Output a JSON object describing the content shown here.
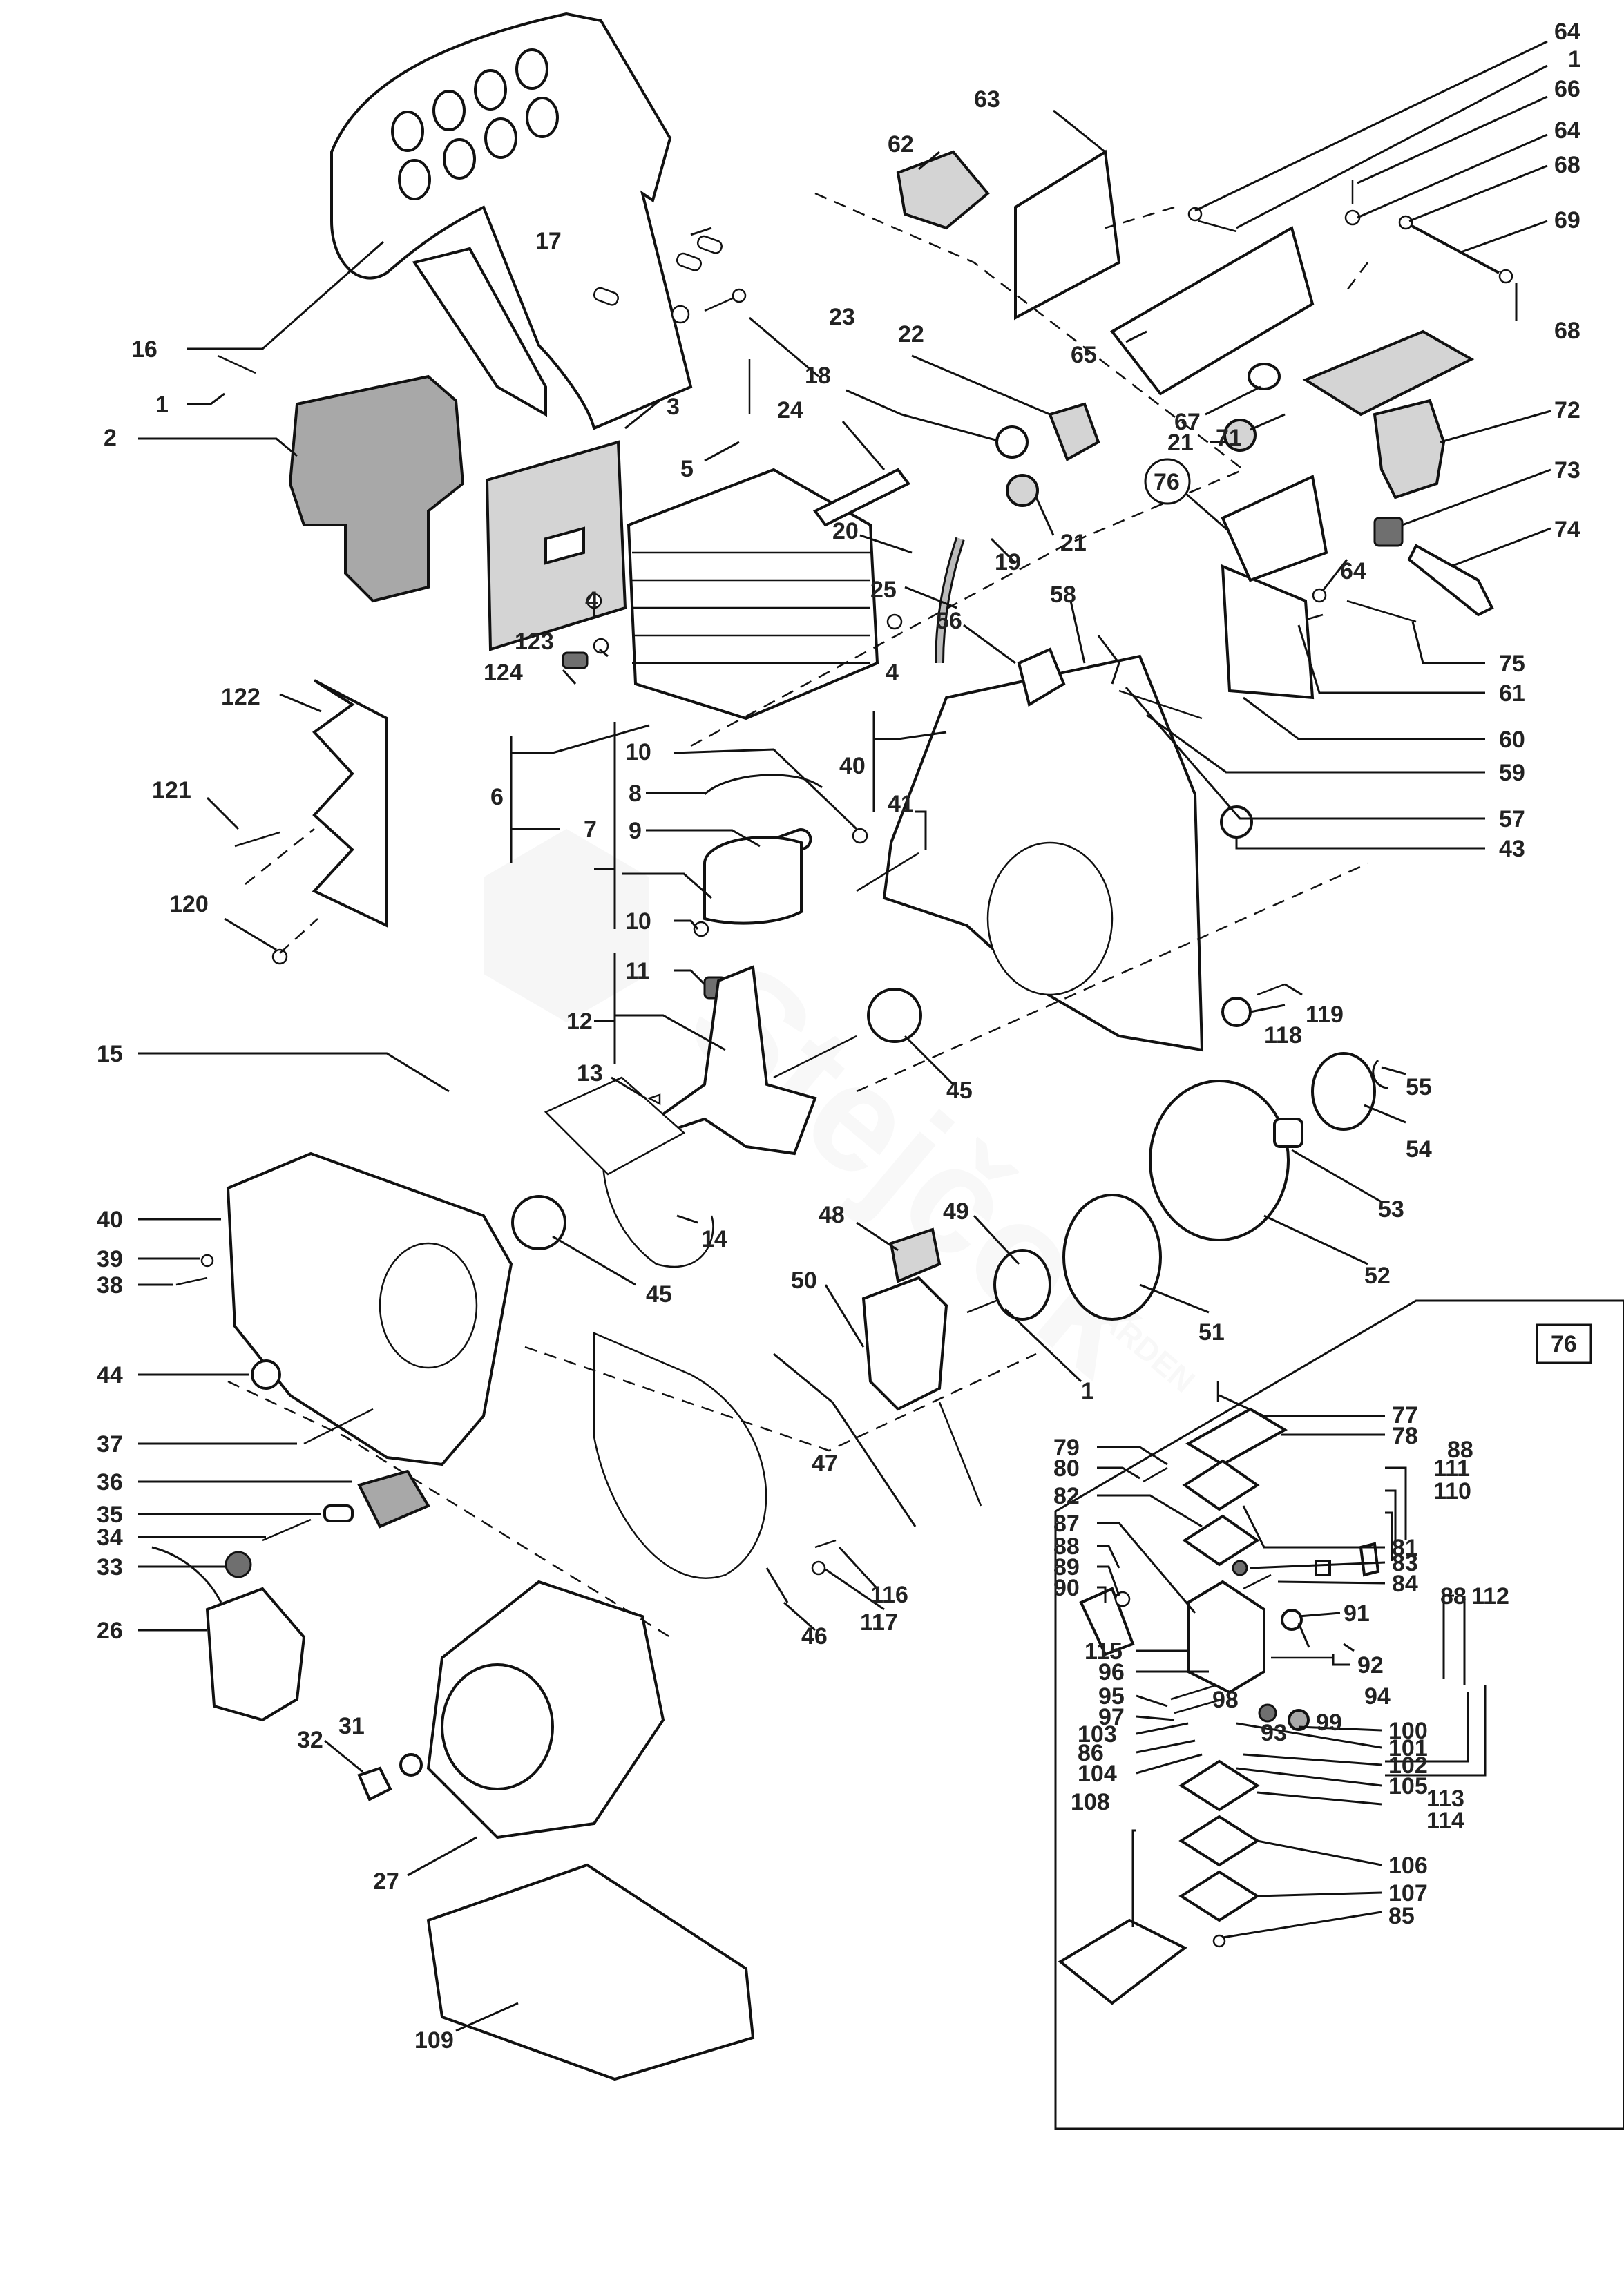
{
  "diagram": {
    "type": "exploded-parts-diagram",
    "subject": "chainsaw engine assembly",
    "watermark": {
      "brand": "Stejčok",
      "sub": "GARDEN"
    },
    "colors": {
      "line": "#111111",
      "muffler_fill": "#a8a8a8",
      "gasket_fill": "#d4d4d4",
      "background": "#ffffff"
    },
    "callouts": {
      "p1a": "1",
      "p1b": "1",
      "p1c": "1",
      "p2": "2",
      "p3": "3",
      "p4a": "4",
      "p4b": "4",
      "p5": "5",
      "p6": "6",
      "p7": "7",
      "p8": "8",
      "p9": "9",
      "p10a": "10",
      "p10b": "10",
      "p11": "11",
      "p12": "12",
      "p13": "13",
      "p14": "14",
      "p15": "15",
      "p16": "16",
      "p17": "17",
      "p18": "18",
      "p19": "19",
      "p20": "20",
      "p21a": "21",
      "p21b": "21",
      "p22": "22",
      "p23": "23",
      "p24": "24",
      "p25": "25",
      "p26": "26",
      "p27": "27",
      "p31": "31",
      "p32": "32",
      "p33": "33",
      "p34": "34",
      "p35": "35",
      "p36": "36",
      "p37": "37",
      "p38": "38",
      "p39": "39",
      "p40a": "40",
      "p40b": "40",
      "p41": "41",
      "p43": "43",
      "p44": "44",
      "p45a": "45",
      "p45b": "45",
      "p46": "46",
      "p47": "47",
      "p48": "48",
      "p49": "49",
      "p50": "50",
      "p51": "51",
      "p52": "52",
      "p53": "53",
      "p54": "54",
      "p55": "55",
      "p56": "56",
      "p57": "57",
      "p58": "58",
      "p59": "59",
      "p60": "60",
      "p61": "61",
      "p62": "62",
      "p63": "63",
      "p64a": "64",
      "p64b": "64",
      "p64c": "64",
      "p65": "65",
      "p66": "66",
      "p67": "67",
      "p68a": "68",
      "p68b": "68",
      "p69": "69",
      "p71": "71",
      "p72": "72",
      "p73": "73",
      "p74": "74",
      "p75": "75",
      "p76": "76",
      "p109": "109",
      "p116": "116",
      "p117": "117",
      "p118": "118",
      "p119": "119",
      "p120": "120",
      "p121": "121",
      "p122": "122",
      "p123": "123",
      "p124": "124"
    },
    "carburetor_inset": {
      "title": "76",
      "callouts": {
        "c77": "77",
        "c78": "78",
        "c79": "79",
        "c80": "80",
        "c81": "81",
        "c82": "82",
        "c83": "83",
        "c84": "84",
        "c85": "85",
        "c86": "86",
        "c87": "87",
        "c88a": "88",
        "c88b": "88",
        "c88c": "88",
        "c89": "89",
        "c90": "90",
        "c91": "91",
        "c92": "92",
        "c93": "93",
        "c94": "94",
        "c95": "95",
        "c96": "96",
        "c97": "97",
        "c98": "98",
        "c99": "99",
        "c100": "100",
        "c101": "101",
        "c102": "102",
        "c103": "103",
        "c104": "104",
        "c105": "105",
        "c106": "106",
        "c107": "107",
        "c108": "108",
        "c110": "110",
        "c111": "111",
        "c112": "112",
        "c113": "113",
        "c114": "114",
        "c115": "115"
      }
    }
  }
}
